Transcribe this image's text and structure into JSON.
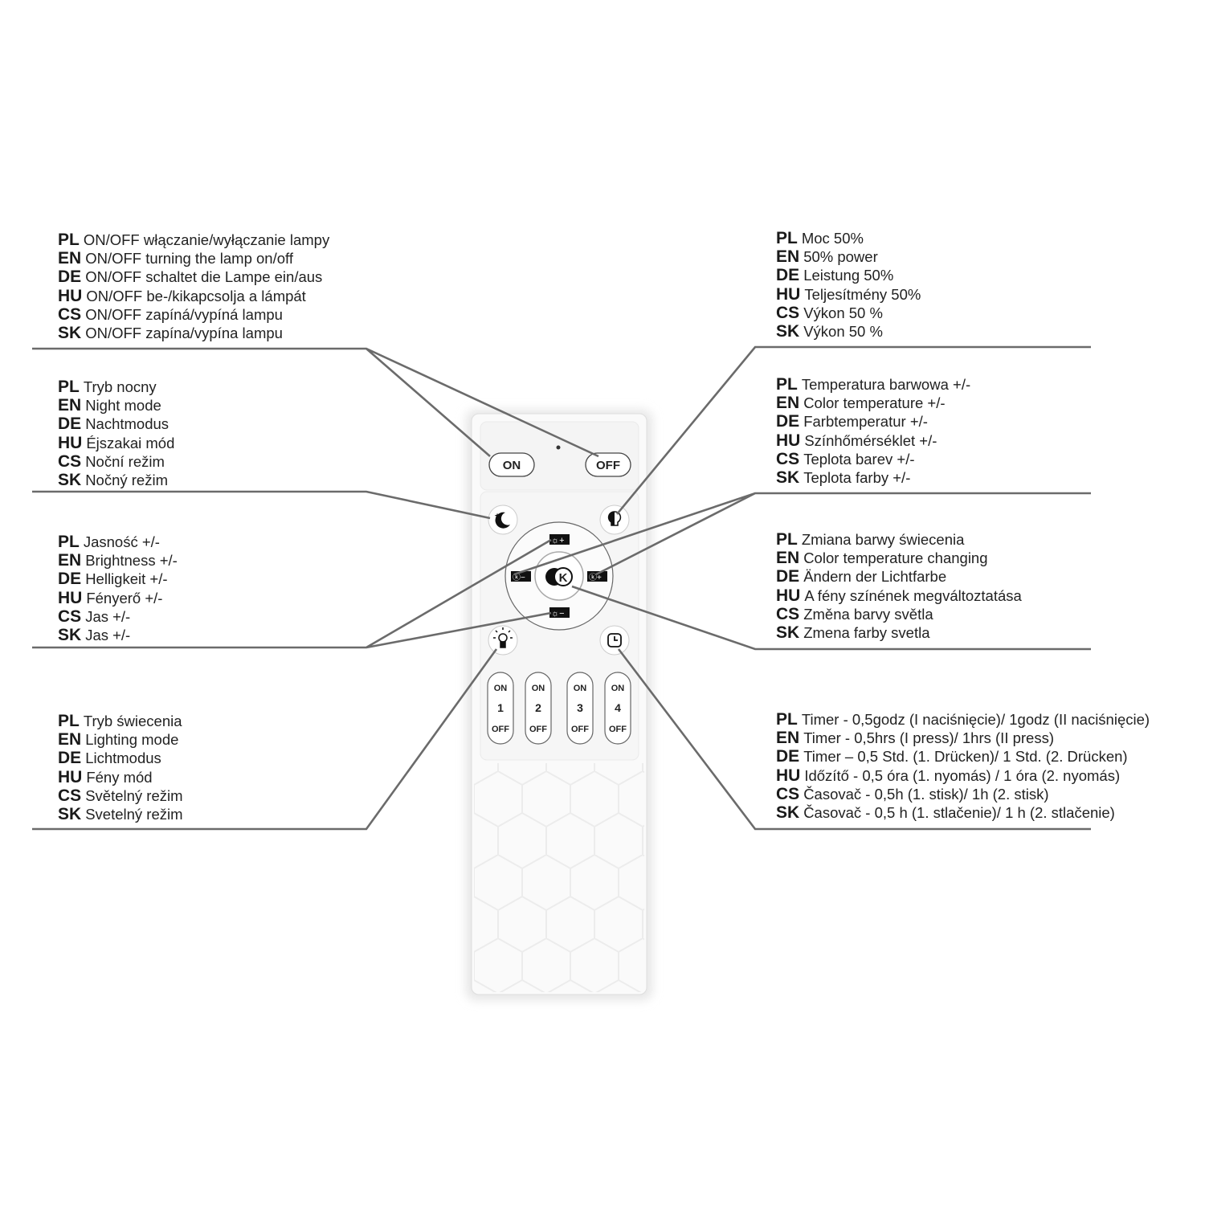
{
  "callouts": {
    "onoff": [
      {
        "lang": "PL",
        "text": "ON/OFF włączanie/wyłączanie lampy"
      },
      {
        "lang": "EN",
        "text": "ON/OFF turning the lamp on/off"
      },
      {
        "lang": "DE",
        "text": "ON/OFF schaltet die Lampe ein/aus"
      },
      {
        "lang": "HU",
        "text": "ON/OFF be-/kikapcsolja a lámpát"
      },
      {
        "lang": "CS",
        "text": "ON/OFF zapíná/vypíná lampu"
      },
      {
        "lang": "SK",
        "text": "ON/OFF zapína/vypína lampu"
      }
    ],
    "night": [
      {
        "lang": "PL",
        "text": "Tryb nocny"
      },
      {
        "lang": "EN",
        "text": "Night mode"
      },
      {
        "lang": "DE",
        "text": "Nachtmodus"
      },
      {
        "lang": "HU",
        "text": "Éjszakai mód"
      },
      {
        "lang": "CS",
        "text": "Noční režim"
      },
      {
        "lang": "SK",
        "text": "Nočný režim"
      }
    ],
    "brightness": [
      {
        "lang": "PL",
        "text": "Jasność +/-"
      },
      {
        "lang": "EN",
        "text": "Brightness +/-"
      },
      {
        "lang": "DE",
        "text": "Helligkeit +/-"
      },
      {
        "lang": "HU",
        "text": "Fényerő +/-"
      },
      {
        "lang": "CS",
        "text": "Jas +/-"
      },
      {
        "lang": "SK",
        "text": "Jas +/-"
      }
    ],
    "lighting": [
      {
        "lang": "PL",
        "text": "Tryb świecenia"
      },
      {
        "lang": "EN",
        "text": "Lighting mode"
      },
      {
        "lang": "DE",
        "text": "Lichtmodus"
      },
      {
        "lang": "HU",
        "text": "Fény mód"
      },
      {
        "lang": "CS",
        "text": "Světelný režim"
      },
      {
        "lang": "SK",
        "text": "Svetelný režim"
      }
    ],
    "power": [
      {
        "lang": "PL",
        "text": "Moc 50%"
      },
      {
        "lang": "EN",
        "text": "50% power"
      },
      {
        "lang": "DE",
        "text": "Leistung 50%"
      },
      {
        "lang": "HU",
        "text": "Teljesítmény 50%"
      },
      {
        "lang": "CS",
        "text": "Výkon 50 %"
      },
      {
        "lang": "SK",
        "text": "Výkon 50 %"
      }
    ],
    "colortemp": [
      {
        "lang": "PL",
        "text": "Temperatura barwowa +/-"
      },
      {
        "lang": "EN",
        "text": "Color temperature +/-"
      },
      {
        "lang": "DE",
        "text": "Farbtemperatur +/-"
      },
      {
        "lang": "HU",
        "text": "Színhőmérséklet +/-"
      },
      {
        "lang": "CS",
        "text": "Teplota barev +/-"
      },
      {
        "lang": "SK",
        "text": "Teplota farby +/-"
      }
    ],
    "colorchange": [
      {
        "lang": "PL",
        "text": "Zmiana barwy świecenia"
      },
      {
        "lang": "EN",
        "text": "Color temperature changing"
      },
      {
        "lang": "DE",
        "text": "Ändern der Lichtfarbe"
      },
      {
        "lang": "HU",
        "text": "A fény színének megváltoztatása"
      },
      {
        "lang": "CS",
        "text": "Změna barvy světla"
      },
      {
        "lang": "SK",
        "text": "Zmena farby svetla"
      }
    ],
    "timer": [
      {
        "lang": "PL",
        "text": "Timer - 0,5godz (I naciśnięcie)/ 1godz (II naciśnięcie)"
      },
      {
        "lang": "EN",
        "text": "Timer - 0,5hrs (I press)/ 1hrs (II press)"
      },
      {
        "lang": "DE",
        "text": "Timer – 0,5 Std. (1. Drücken)/ 1 Std. (2. Drücken)"
      },
      {
        "lang": "HU",
        "text": "Időzítő - 0,5 óra (1. nyomás) / 1 óra (2. nyomás)"
      },
      {
        "lang": "CS",
        "text": "Časovač - 0,5h (1. stisk)/ 1h (2. stisk)"
      },
      {
        "lang": "SK",
        "text": "Časovač - 0,5 h (1. stlačenie)/ 1 h (2. stlačenie)"
      }
    ]
  },
  "remote": {
    "on_label": "ON",
    "off_label": "OFF",
    "center_label": "K",
    "zones": [
      {
        "on": "ON",
        "num": "1",
        "off": "OFF"
      },
      {
        "on": "ON",
        "num": "2",
        "off": "OFF"
      },
      {
        "on": "ON",
        "num": "3",
        "off": "OFF"
      },
      {
        "on": "ON",
        "num": "4",
        "off": "OFF"
      }
    ]
  },
  "colors": {
    "line": "#6b6b6b",
    "remote": "#fafafa",
    "icon": "#111111"
  }
}
